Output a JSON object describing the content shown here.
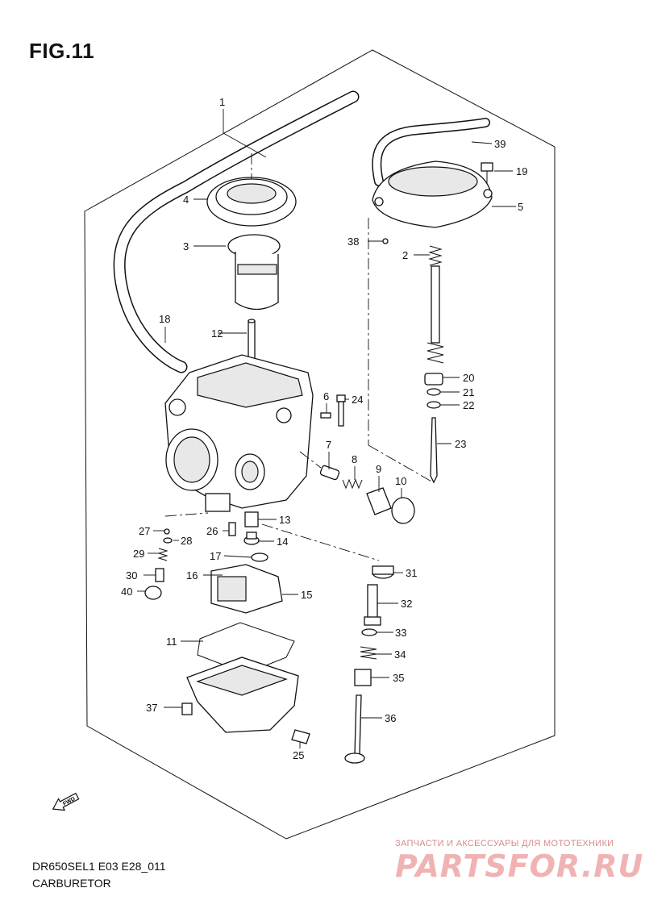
{
  "figure": {
    "title": "FIG.11",
    "model_code": "DR650SEL1 E03 E28_011",
    "part_name": "CARBURETOR"
  },
  "fwd_label": "FWD",
  "watermark": {
    "text": "ЗАПЧАСТИ И АКСЕССУАРЫ ДЛЯ МОТОТЕХНИКИ",
    "logo": "PARTSFOR.RU"
  },
  "callouts": {
    "c1": "1",
    "c2": "2",
    "c3": "3",
    "c4": "4",
    "c5": "5",
    "c6": "6",
    "c7": "7",
    "c8": "8",
    "c9": "9",
    "c10": "10",
    "c11": "11",
    "c12": "12",
    "c13": "13",
    "c14": "14",
    "c15": "15",
    "c16": "16",
    "c17": "17",
    "c18": "18",
    "c19": "19",
    "c20": "20",
    "c21": "21",
    "c22": "22",
    "c23": "23",
    "c24": "24",
    "c25": "25",
    "c26": "26",
    "c27": "27",
    "c28": "28",
    "c29": "29",
    "c30": "30",
    "c31": "31",
    "c32": "32",
    "c33": "33",
    "c34": "34",
    "c35": "35",
    "c36": "36",
    "c37": "37",
    "c38": "38",
    "c39": "39",
    "c40": "40"
  }
}
